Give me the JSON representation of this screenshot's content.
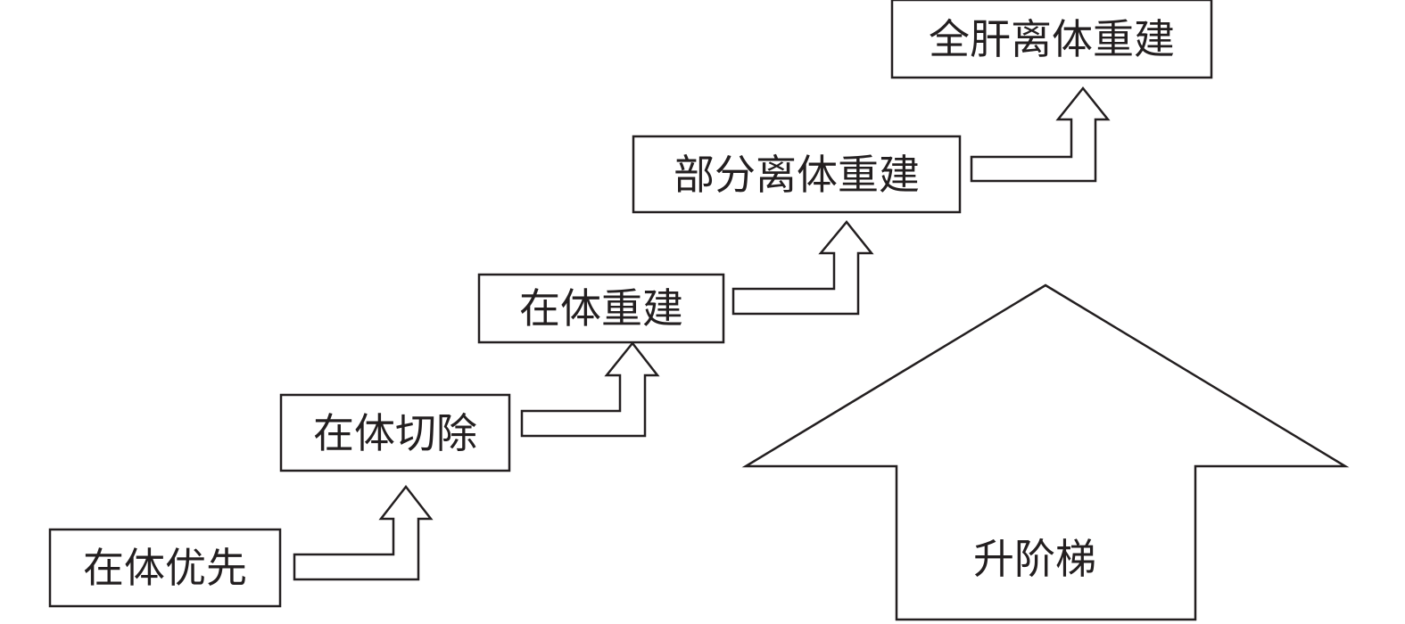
{
  "steps": [
    {
      "label": "在体优先"
    },
    {
      "label": "在体切除"
    },
    {
      "label": "在体重建"
    },
    {
      "label": "部分离体重建"
    },
    {
      "label": "全肝离体重建"
    }
  ],
  "ladder": {
    "label": "升阶梯"
  }
}
